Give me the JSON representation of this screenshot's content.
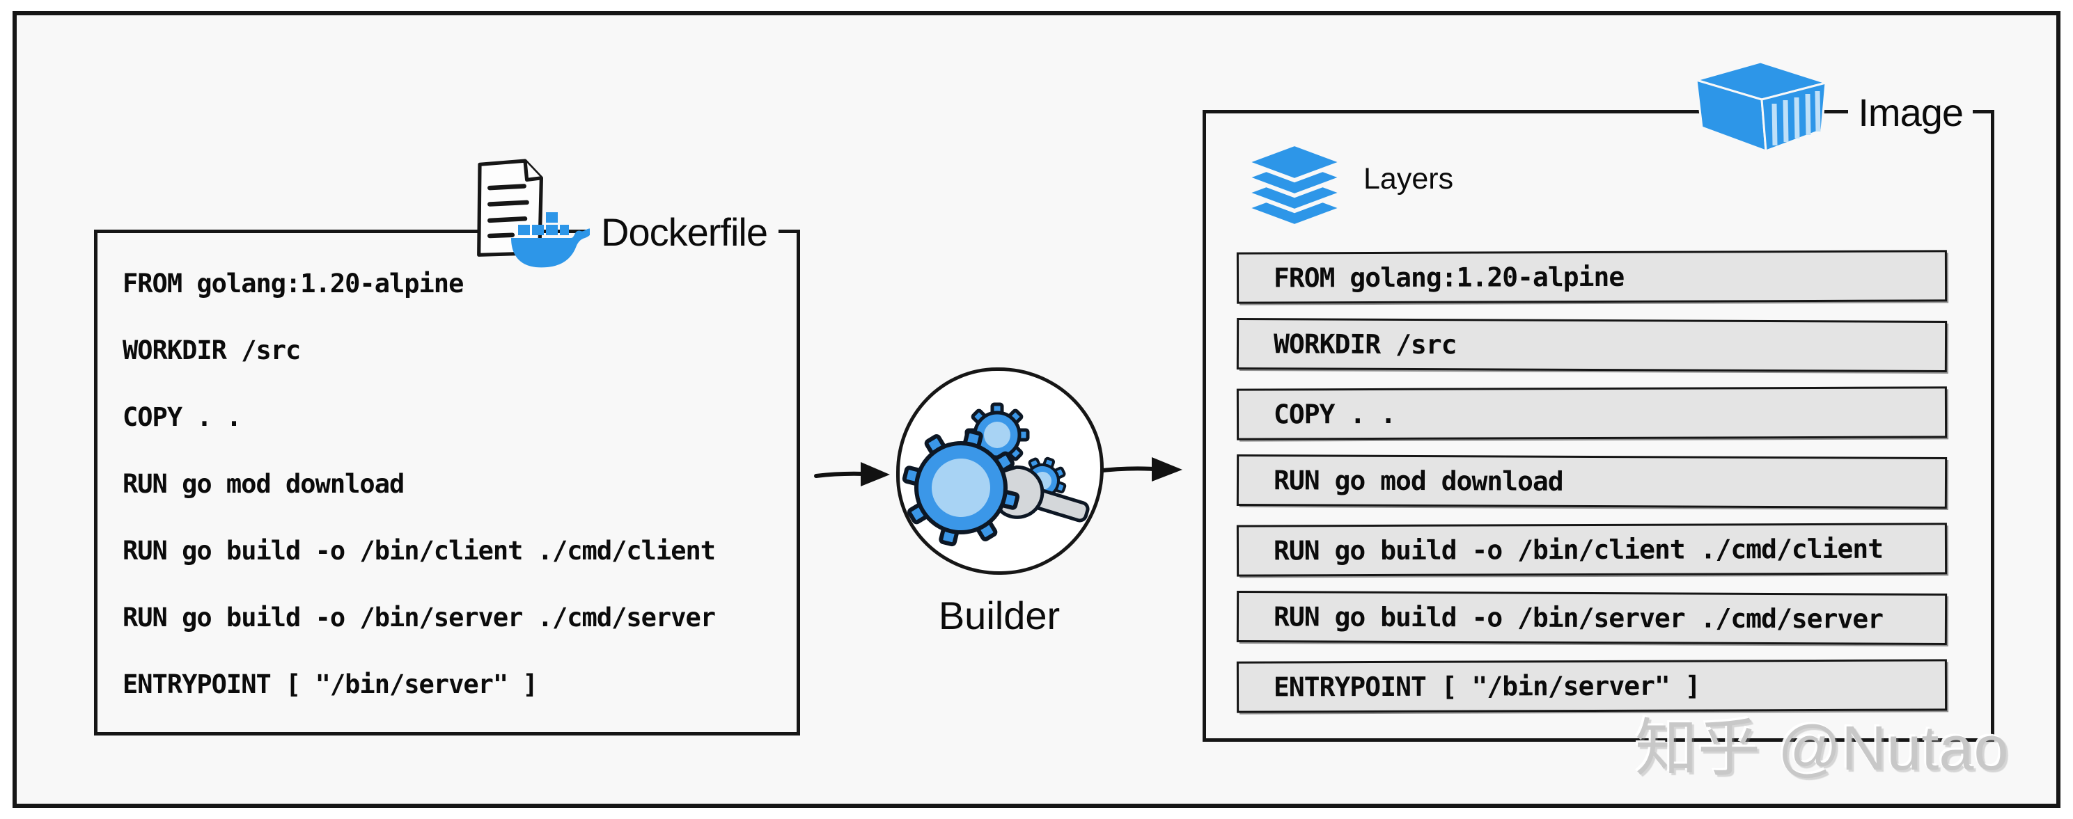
{
  "canvas": {
    "background": "#f8f8f8",
    "frame_color": "#161616"
  },
  "dockerfile_panel": {
    "title": "Dockerfile",
    "icon_names": [
      "document-icon",
      "docker-whale-icon"
    ],
    "commands": [
      "FROM golang:1.20-alpine",
      "WORKDIR /src",
      "COPY . .",
      "RUN go mod download",
      "RUN go build -o /bin/client ./cmd/client",
      "RUN go build -o /bin/server ./cmd/server",
      "ENTRYPOINT [ \"/bin/server\" ]"
    ]
  },
  "builder": {
    "label": "Builder",
    "icon_name": "gears-wrench-icon"
  },
  "image_panel": {
    "title": "Image",
    "container_icon_name": "container-icon",
    "layers_label": "Layers",
    "layers_icon_name": "layers-icon",
    "layers": [
      "FROM golang:1.20-alpine",
      "WORKDIR /src",
      "COPY . .",
      "RUN go mod download",
      "RUN go build -o /bin/client ./cmd/client",
      "RUN go build -o /bin/server ./cmd/server",
      "ENTRYPOINT [ \"/bin/server\" ]"
    ]
  },
  "watermark": "知乎 @Nutao",
  "colors": {
    "docker_blue": "#2d96e8",
    "gear_fill": "#3b97e8",
    "gear_inner": "#a8d3f4",
    "wrench_gray": "#d4d7da",
    "layer_bar_fill": "#e4e4e4",
    "ink": "#161616",
    "watermark_gray": "#c8c8c8"
  }
}
